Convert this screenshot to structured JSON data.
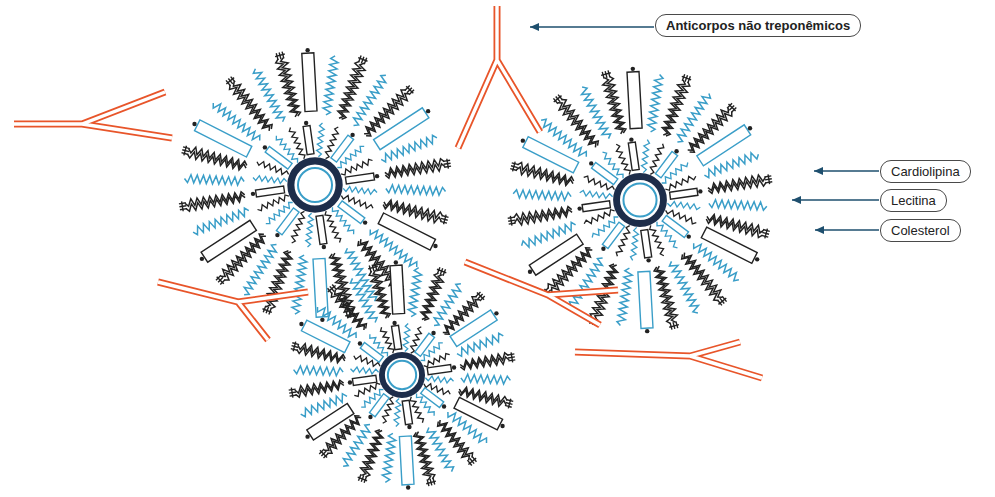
{
  "diagram": {
    "nodes": [
      {
        "text": [
          "Anticorpos não treponêmicos"
        ]
      },
      {
        "text": [
          "Cardiolipina"
        ]
      },
      {
        "text": [
          "Lecitina"
        ]
      },
      {
        "text": [
          "Colesterol"
        ]
      }
    ]
  }
}
